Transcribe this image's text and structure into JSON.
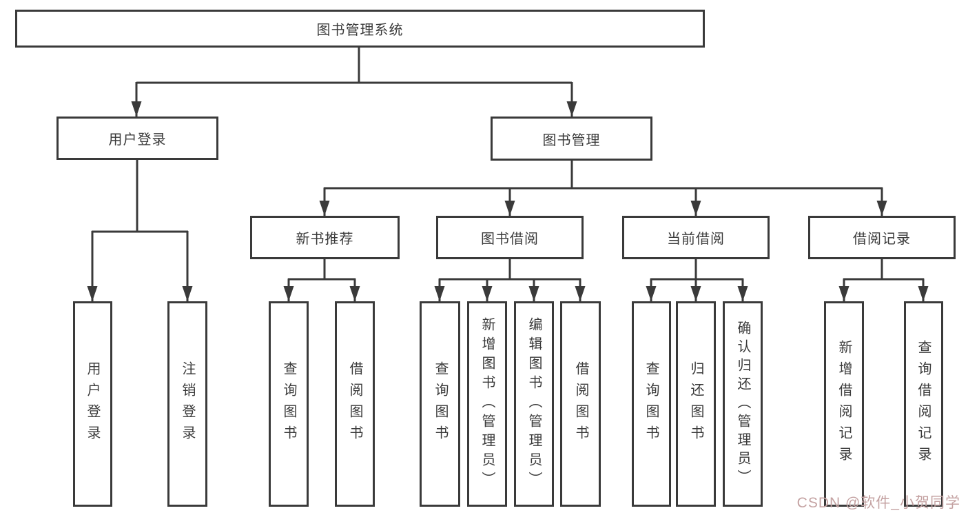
{
  "diagram": {
    "root": {
      "label": "图书管理系统",
      "children": [
        {
          "label": "用户登录",
          "children": [
            {
              "label": "用户登录"
            },
            {
              "label": "注销登录"
            }
          ]
        },
        {
          "label": "图书管理",
          "children": [
            {
              "label": "新书推荐",
              "children": [
                {
                  "label": "查询图书"
                },
                {
                  "label": "借阅图书"
                }
              ]
            },
            {
              "label": "图书借阅",
              "children": [
                {
                  "label": "查询图书"
                },
                {
                  "label": "新增图书（管理员）"
                },
                {
                  "label": "编辑图书（管理员）"
                },
                {
                  "label": "借阅图书"
                }
              ]
            },
            {
              "label": "当前借阅",
              "children": [
                {
                  "label": "查询图书"
                },
                {
                  "label": "归还图书"
                },
                {
                  "label": "确认归还（管理员）"
                }
              ]
            },
            {
              "label": "借阅记录",
              "children": [
                {
                  "label": "新增借阅记录"
                },
                {
                  "label": "查询借阅记录"
                }
              ]
            }
          ]
        }
      ]
    }
  },
  "watermark": {
    "text": "CSDN @软件_小贺同学"
  },
  "colors": {
    "line": "#3a3a3a",
    "text": "#3a3a3a",
    "box_background": "#ffffff",
    "watermark": "#c4a2a2",
    "background": "#ffffff"
  }
}
